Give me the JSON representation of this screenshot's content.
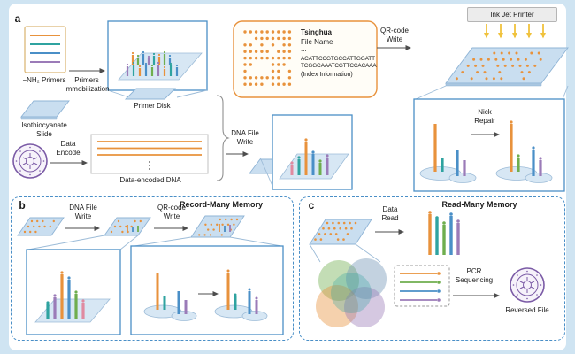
{
  "colors": {
    "background": "#cfe4f2",
    "box_blue": "#4a8fc7",
    "slide_blue": "#c9def0",
    "orange": "#e8923c",
    "green": "#6fae4e",
    "blue": "#4a8fc7",
    "purple": "#9b7bb8",
    "teal": "#2fa3a0",
    "pink": "#e08aa0",
    "yellow": "#f0c23d",
    "seal_purple": "#7b5ba6"
  },
  "panel_a": {
    "label": "a",
    "nh2_primers_label": "−NH₂ Primers",
    "isothiocyanate_label": "Isothiocyanate\nSlide",
    "primers_immobilization_label": "Primers\nImmobilization",
    "primer_disk_label": "Primer Disk",
    "index_card": {
      "title": "Tsinghua",
      "file_name": "File Name",
      "ellipsis": "...",
      "sequence_line1": "ACATTCCGTGCCATTGGATT",
      "sequence_line2": "TCGGCAAATCGTTCCACAAA",
      "caption": "(Index Information)"
    },
    "qr_code_write_label": "QR-code\nWrite",
    "ink_jet_printer_label": "Ink Jet Printer",
    "data_encode_label": "Data\nEncode",
    "data_encoded_dna_label": "Data-encoded DNA",
    "dna_file_write_label": "DNA File\nWrite",
    "nick_repair_label": "Nick\nRepair"
  },
  "panel_b": {
    "label": "b",
    "title": "Record-Many Memory",
    "dna_file_write_label": "DNA File\nWrite",
    "qr_code_write_label": "QR-code\nWrite"
  },
  "panel_c": {
    "label": "c",
    "title": "Read-Many Memory",
    "data_read_label": "Data\nRead",
    "pcr_sequencing_label": "PCR\nSequencing",
    "reversed_file_label": "Reversed File"
  }
}
